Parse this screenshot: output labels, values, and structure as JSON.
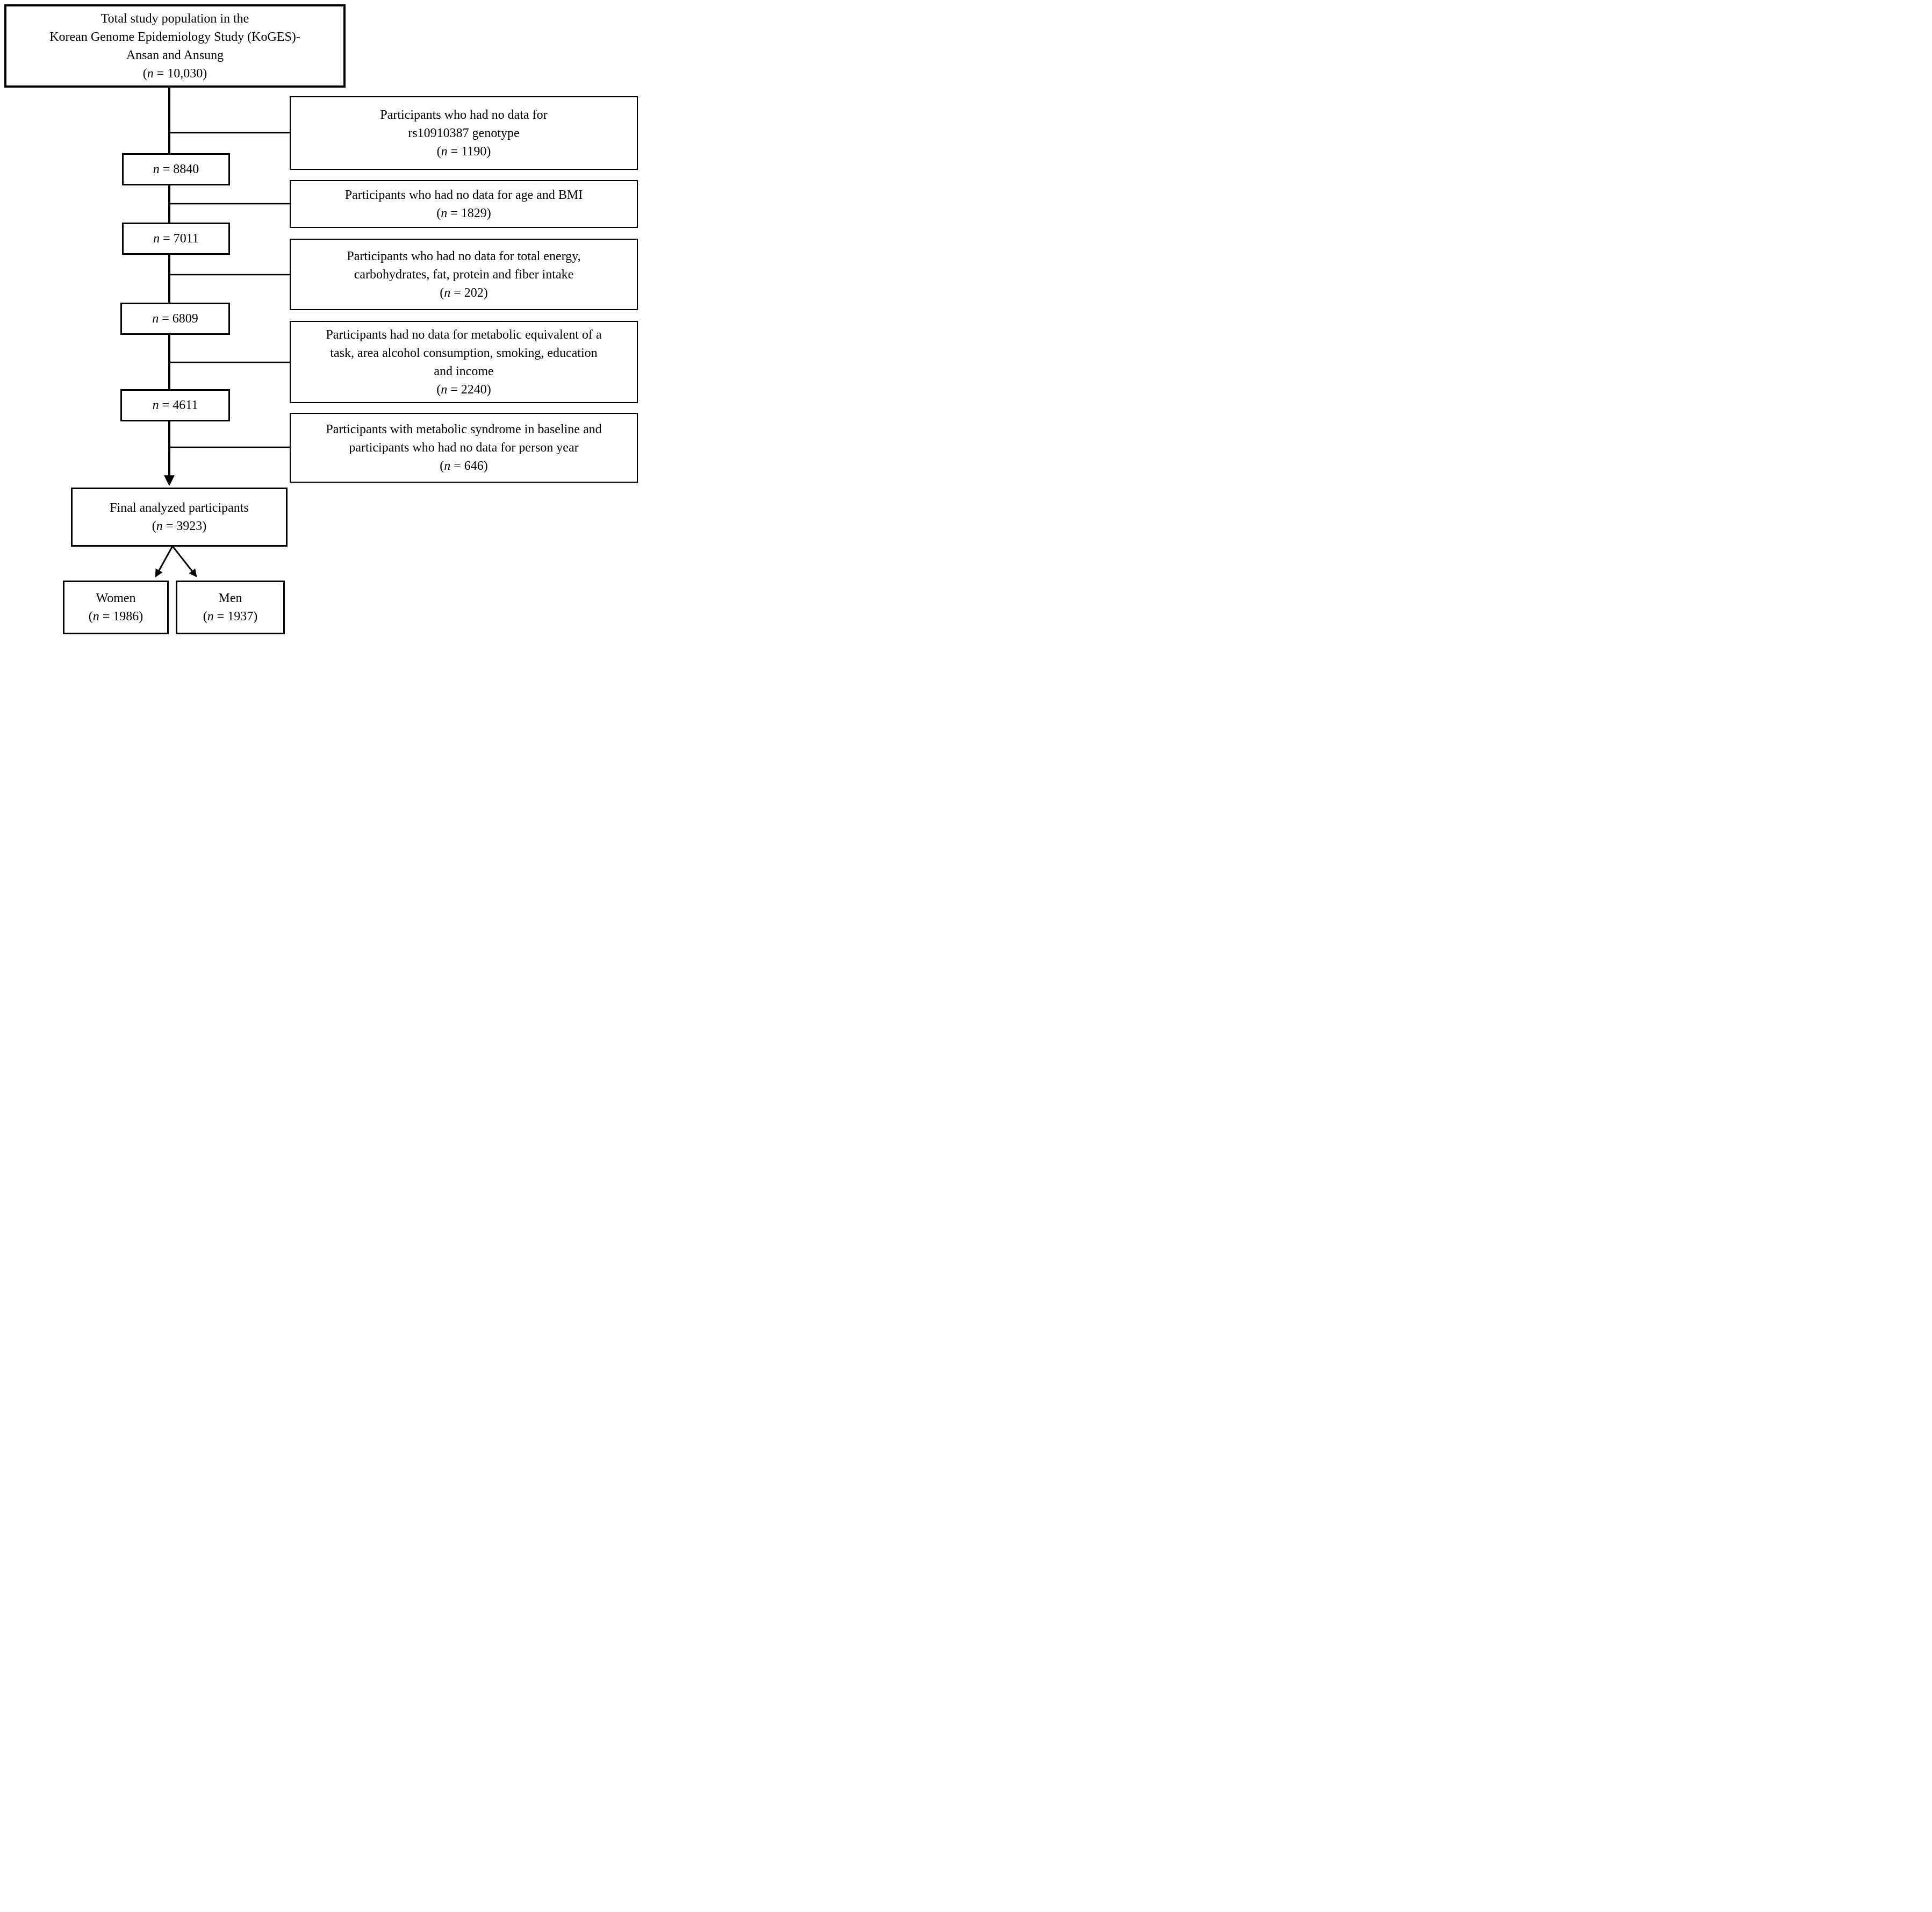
{
  "figure": {
    "colors": {
      "background": "#ffffff",
      "line_color": "#000000",
      "text_color": "#000000"
    },
    "top_box": {
      "lines": [
        "Total study population in the",
        "Korean Genome Epidemiology Study (KoGES)-",
        "Ansan and Ansung"
      ],
      "count": {
        "pre": "(",
        "n": "n",
        "post": " = 10,030)"
      }
    },
    "exclusions": [
      {
        "lines": [
          "Participants who had no data for",
          "rs10910387 genotype"
        ],
        "count": {
          "pre": "(",
          "n": "n",
          "post": " = 1190)"
        }
      },
      {
        "lines": [
          "Participants who had no data for age and BMI"
        ],
        "count": {
          "pre": "(",
          "n": "n",
          "post": " = 1829)"
        }
      },
      {
        "lines": [
          "Participants who had no data for total energy,",
          "carbohydrates, fat, protein and fiber intake"
        ],
        "count": {
          "pre": "(",
          "n": "n",
          "post": " = 202)"
        }
      },
      {
        "lines": [
          "Participants had no data for metabolic equivalent of a",
          "task, area alcohol consumption, smoking, education",
          "and income"
        ],
        "count": {
          "pre": "(",
          "n": "n",
          "post": " = 2240)"
        }
      },
      {
        "lines": [
          "Participants with metabolic syndrome in baseline and",
          "participants who had no data for person year"
        ],
        "count": {
          "pre": "(",
          "n": "n",
          "post": " = 646)"
        }
      }
    ],
    "interim_counts": [
      {
        "pre": "",
        "n": "n",
        "post": " = 8840"
      },
      {
        "pre": "",
        "n": "n",
        "post": " = 7011"
      },
      {
        "pre": "",
        "n": "n",
        "post": " = 6809"
      },
      {
        "pre": "",
        "n": "n",
        "post": " = 4611"
      }
    ],
    "final_box": {
      "lines": [
        "Final analyzed participants"
      ],
      "count": {
        "pre": "(",
        "n": "n",
        "post": " = 3923)"
      }
    },
    "women_box": {
      "lines": [
        "Women"
      ],
      "count": {
        "pre": "(",
        "n": "n",
        "post": " = 1986)"
      }
    },
    "men_box": {
      "lines": [
        "Men"
      ],
      "count": {
        "pre": "(",
        "n": "n",
        "post": " = 1937)"
      }
    }
  }
}
